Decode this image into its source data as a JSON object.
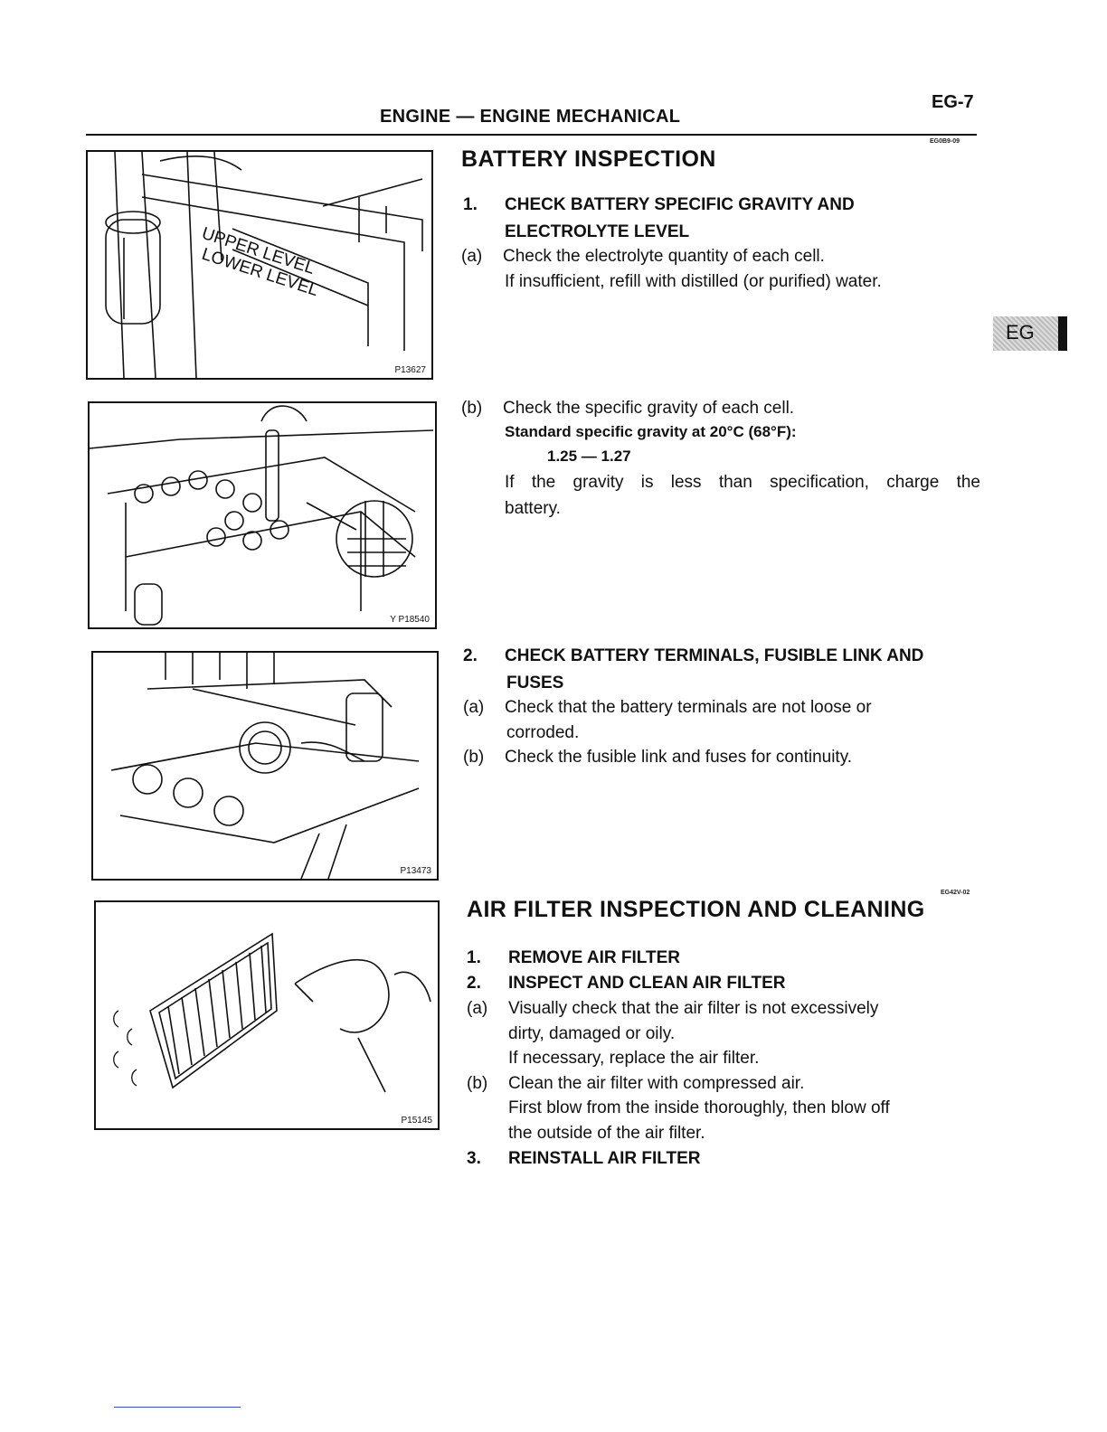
{
  "header": {
    "title": "ENGINE — ENGINE MECHANICAL",
    "page_number": "EG-7"
  },
  "side_tab": {
    "label": "EG"
  },
  "battery": {
    "code": "EG0B9-09",
    "title": "BATTERY INSPECTION",
    "step1": {
      "number": "1.",
      "line1": "CHECK BATTERY SPECIFIC GRAVITY AND",
      "line2": "ELECTROLYTE LEVEL"
    },
    "step1a": {
      "label": "(a)",
      "line1": "Check the electrolyte quantity of each cell.",
      "line2": "If insufficient, refill with distilled (or purified) water."
    },
    "step1b": {
      "label": "(b)",
      "line1": "Check the specific gravity of each cell.",
      "spec_label": "Standard specific gravity at 20°C (68°F):",
      "spec_value": "1.25 — 1.27",
      "line3": "If the gravity is less than specification, charge the",
      "line4": "battery."
    },
    "step2": {
      "number": "2.",
      "line1": "CHECK BATTERY TERMINALS, FUSIBLE LINK AND",
      "line2": "FUSES"
    },
    "step2a": {
      "label": "(a)",
      "line1": "Check that the battery terminals are not loose or",
      "line2": "corroded."
    },
    "step2b": {
      "label": "(b)",
      "line1": "Check the fusible link and fuses for continuity."
    }
  },
  "air_filter": {
    "code": "EG42V-02",
    "title": "AIR FILTER INSPECTION AND CLEANING",
    "step1": {
      "number": "1.",
      "text": "REMOVE AIR FILTER"
    },
    "step2": {
      "number": "2.",
      "text": "INSPECT AND CLEAN AIR FILTER"
    },
    "step2a": {
      "label": "(a)",
      "line1": "Visually check that the air filter is not excessively",
      "line2": "dirty, damaged or oily.",
      "line3": "If necessary, replace the air filter."
    },
    "step2b": {
      "label": "(b)",
      "line1": "Clean the air filter with compressed air.",
      "line2": "First blow from the inside thoroughly, then blow off",
      "line3": "the outside of the air filter."
    },
    "step3": {
      "number": "3.",
      "text": "REINSTALL AIR FILTER"
    }
  },
  "figures": {
    "fig1": {
      "id": "P13627",
      "upper_label": "UPPER LEVEL",
      "lower_label": "LOWER LEVEL"
    },
    "fig2": {
      "id": "Y  P18540"
    },
    "fig3": {
      "id": "P13473"
    },
    "fig4": {
      "id": "P15145"
    }
  }
}
